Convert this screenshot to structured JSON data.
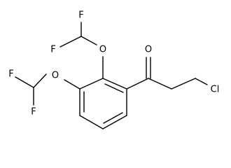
{
  "molecule": {
    "atoms": {
      "o_top": "O",
      "o_left": "O",
      "o_carbonyl": "O",
      "f_top_1": "F",
      "f_top_2": "F",
      "f_left_1": "F",
      "f_left_2": "F",
      "cl": "Cl"
    }
  }
}
